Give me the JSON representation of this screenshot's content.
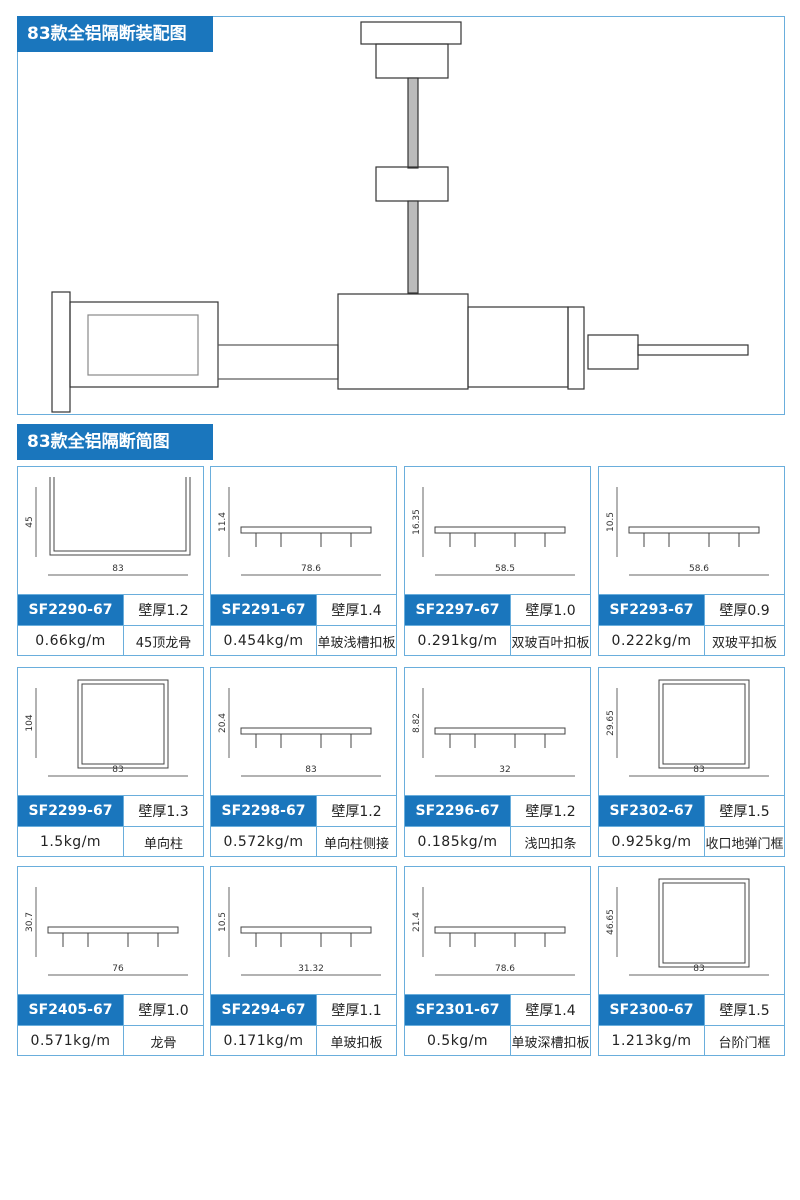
{
  "assembly": {
    "title": "83款全铝隔断装配图"
  },
  "profiles_section": {
    "title": "83款全铝隔断简图"
  },
  "colors": {
    "accent": "#1a76bd",
    "border": "#6aaedc"
  },
  "profiles": [
    {
      "code": "SF2290-67",
      "wall": "壁厚1.2",
      "weight": "0.66kg/m",
      "name": "45顶龙骨",
      "dims": [
        "45",
        "83"
      ],
      "shape": "channel"
    },
    {
      "code": "SF2291-67",
      "wall": "壁厚1.4",
      "weight": "0.454kg/m",
      "name": "单玻浅槽扣板",
      "dims": [
        "11.4",
        "78.6"
      ],
      "shape": "plate"
    },
    {
      "code": "SF2297-67",
      "wall": "壁厚1.0",
      "weight": "0.291kg/m",
      "name": "双玻百叶扣板",
      "dims": [
        "16.35",
        "58.5"
      ],
      "shape": "plate"
    },
    {
      "code": "SF2293-67",
      "wall": "壁厚0.9",
      "weight": "0.222kg/m",
      "name": "双玻平扣板",
      "dims": [
        "10.5",
        "58.6"
      ],
      "shape": "plate"
    },
    {
      "code": "SF2299-67",
      "wall": "壁厚1.3",
      "weight": "1.5kg/m",
      "name": "单向柱",
      "dims": [
        "104",
        "83"
      ],
      "shape": "box"
    },
    {
      "code": "SF2298-67",
      "wall": "壁厚1.2",
      "weight": "0.572kg/m",
      "name": "单向柱侧接",
      "dims": [
        "20.4",
        "83"
      ],
      "shape": "plate"
    },
    {
      "code": "SF2296-67",
      "wall": "壁厚1.2",
      "weight": "0.185kg/m",
      "name": "浅凹扣条",
      "dims": [
        "8.82",
        "32"
      ],
      "shape": "plate"
    },
    {
      "code": "SF2302-67",
      "wall": "壁厚1.5",
      "weight": "0.925kg/m",
      "name": "收口地弹门框",
      "dims": [
        "29.65",
        "83"
      ],
      "shape": "box"
    },
    {
      "code": "SF2405-67",
      "wall": "壁厚1.0",
      "weight": "0.571kg/m",
      "name": "龙骨",
      "dims": [
        "30.7",
        "76"
      ],
      "shape": "plate"
    },
    {
      "code": "SF2294-67",
      "wall": "壁厚1.1",
      "weight": "0.171kg/m",
      "name": "单玻扣板",
      "dims": [
        "10.5",
        "31.32"
      ],
      "shape": "plate"
    },
    {
      "code": "SF2301-67",
      "wall": "壁厚1.4",
      "weight": "0.5kg/m",
      "name": "单玻深槽扣板",
      "dims": [
        "21.4",
        "78.6"
      ],
      "shape": "plate"
    },
    {
      "code": "SF2300-67",
      "wall": "壁厚1.5",
      "weight": "1.213kg/m",
      "name": "台阶门框",
      "dims": [
        "46.65",
        "83"
      ],
      "shape": "box"
    }
  ]
}
